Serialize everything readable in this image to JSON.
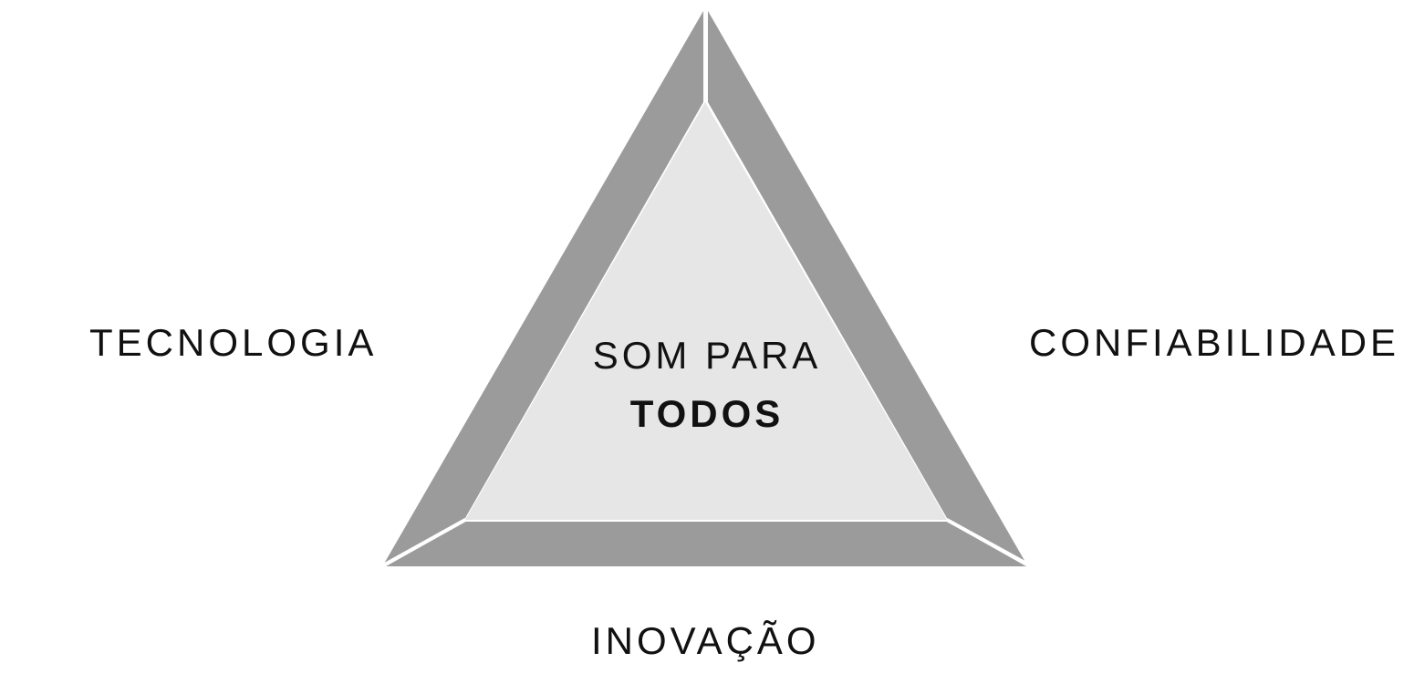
{
  "labels": {
    "left": "TECNOLOGIA",
    "right": "CONFIABILIDADE",
    "bottom": "INOVAÇÃO"
  },
  "center": {
    "line1": "SOM PARA",
    "line2": "TODOS"
  },
  "colors": {
    "bevel": "#9b9b9b",
    "inner": "#e6e6e6",
    "separator": "#ffffff",
    "text": "#111111"
  }
}
